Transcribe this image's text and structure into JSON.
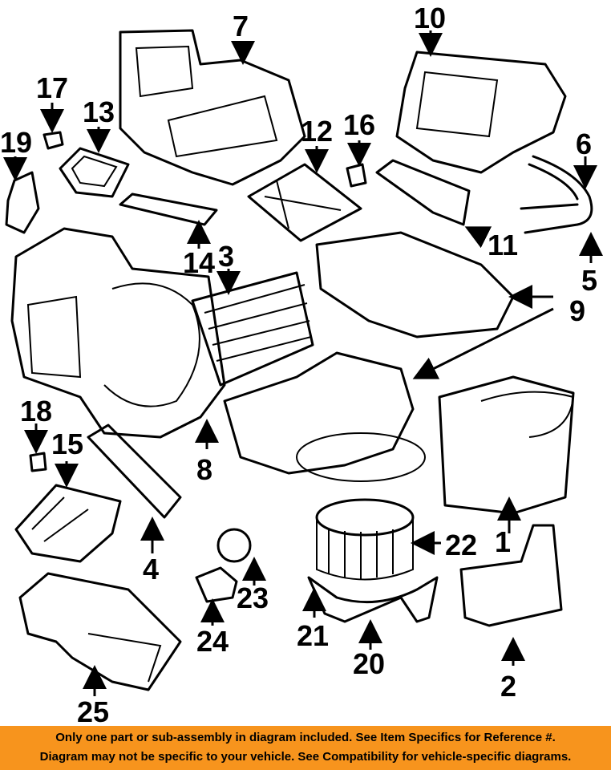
{
  "callouts": [
    "1",
    "2",
    "3",
    "4",
    "5",
    "6",
    "7",
    "8",
    "9",
    "10",
    "11",
    "12",
    "13",
    "14",
    "15",
    "16",
    "17",
    "18",
    "19",
    "20",
    "21",
    "22",
    "23",
    "24",
    "25"
  ],
  "banner": {
    "line1": "Only one part or sub-assembly in diagram included. See Item Specifics for Reference #.",
    "line2": "Diagram may not be specific to your vehicle. See Compatibility for vehicle-specific diagrams.",
    "color": "#f7941d"
  }
}
